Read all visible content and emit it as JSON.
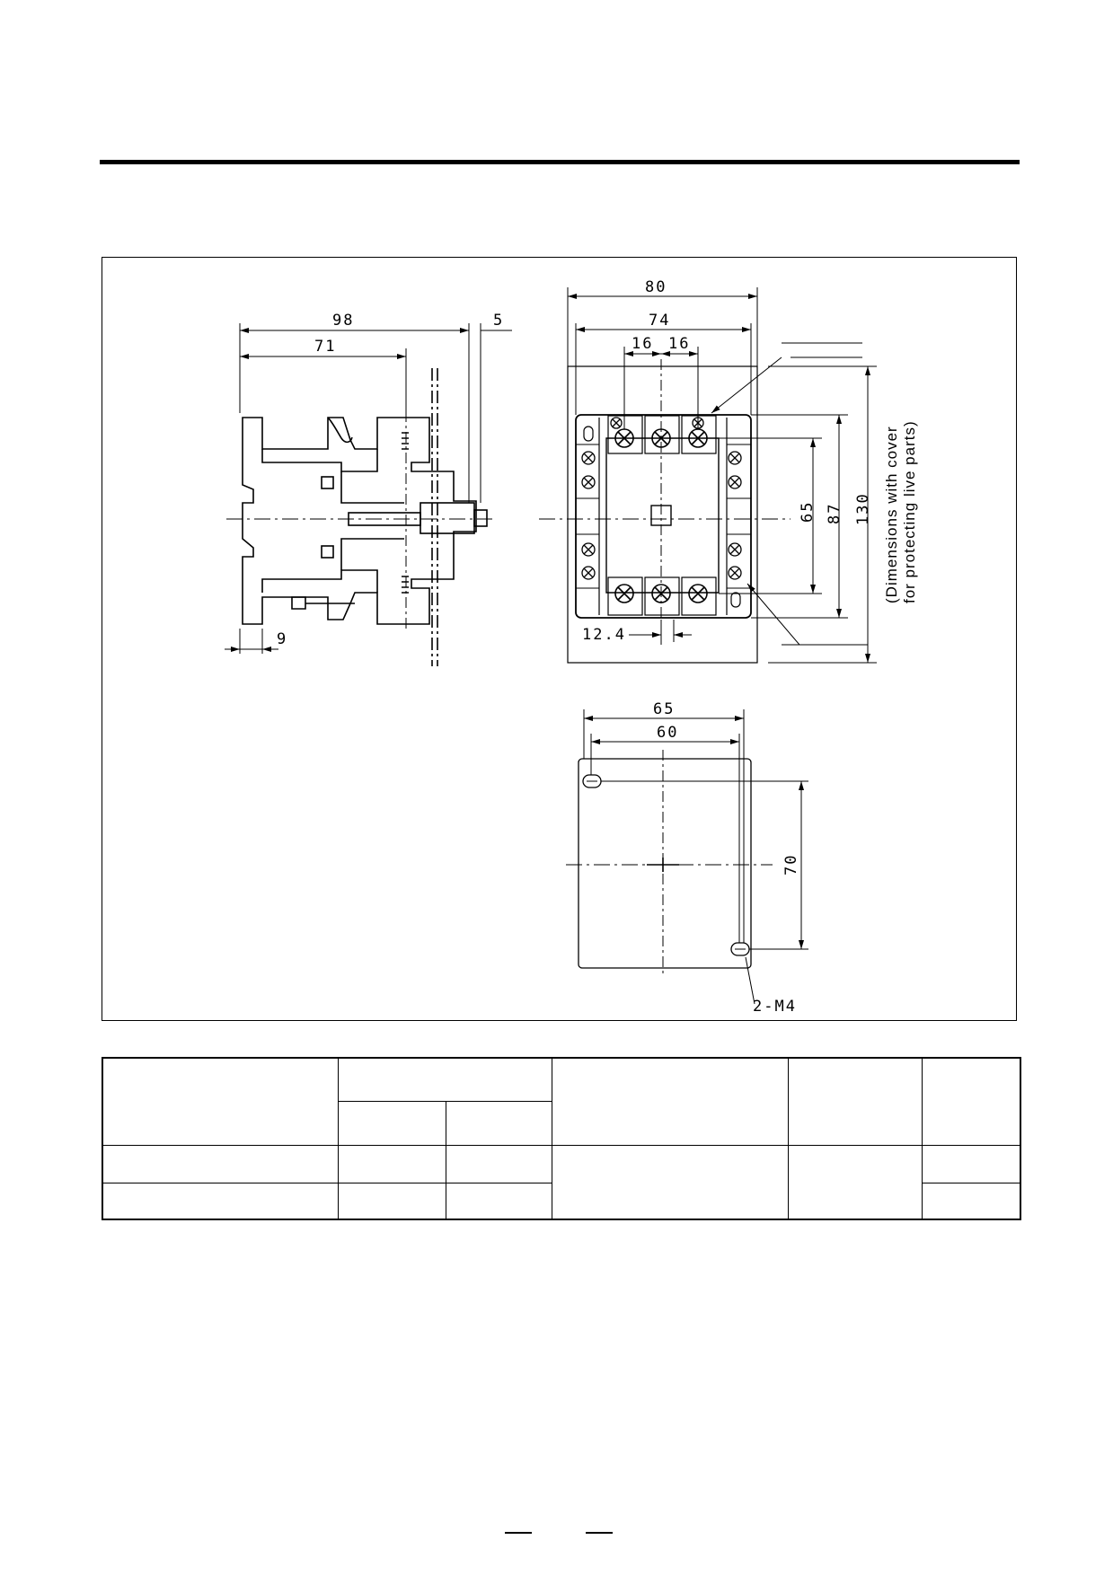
{
  "drawing": {
    "side_view": {
      "dim_overall_depth": "98",
      "dim_depth_to_panel": "71",
      "dim_cover_offset": "5",
      "dim_rail_offset": "9"
    },
    "front_view": {
      "dim_overall_width": "80",
      "dim_body_width": "74",
      "dim_pole_pitch_left": "16",
      "dim_pole_pitch_right": "16",
      "dim_terminal_pitch": "65",
      "dim_body_height": "87",
      "dim_cover_height": "130",
      "dim_offset": "12.4",
      "note_line1": "(Dimensions with cover",
      "note_line2": "for protecting live parts)"
    },
    "mounting_view": {
      "dim_plate_width": "65",
      "dim_hole_pitch_h": "60",
      "dim_hole_pitch_v": "70",
      "hole_label": "2-M4"
    }
  },
  "table": {
    "rows": [
      [
        "",
        "",
        "",
        "",
        "",
        ""
      ],
      [
        "",
        "",
        "",
        "",
        "",
        ""
      ],
      [
        "",
        "",
        "",
        "",
        "",
        ""
      ],
      [
        "",
        "",
        "",
        "",
        "",
        ""
      ]
    ]
  }
}
